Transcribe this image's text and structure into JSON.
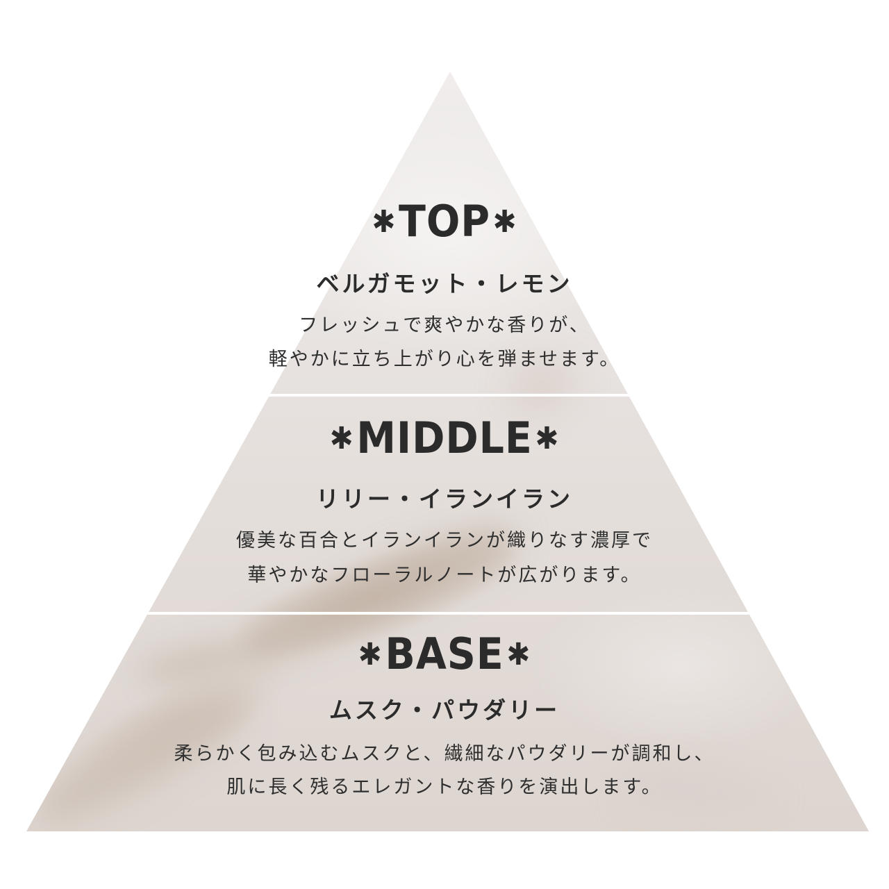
{
  "colors": {
    "page_background": "#ffffff",
    "pyramid_top_tone": "#f0eeed",
    "pyramid_mid_tone": "#e4dfdc",
    "pyramid_base_tone": "#d9d0ca",
    "shadow_tone": "#c9bdb3",
    "divider": "#ffffff",
    "text": "#2b2b2b"
  },
  "icons": {
    "star_glyph": "✱"
  },
  "pyramid": {
    "layers": [
      {
        "name": "TOP",
        "heading": "TOP",
        "notes": "ベルガモット・レモン",
        "description": [
          "フレッシュで爽やかな香りが、",
          "軽やかに立ち上がり心を弾ませます。"
        ]
      },
      {
        "name": "MIDDLE",
        "heading": "MIDDLE",
        "notes": "リリー・イランイラン",
        "description": [
          "優美な百合とイランイランが織りなす濃厚で",
          "華やかなフローラルノートが広がります。"
        ]
      },
      {
        "name": "BASE",
        "heading": "BASE",
        "notes": "ムスク・パウダリー",
        "description": [
          "柔らかく包み込むムスクと、繊細なパウダリーが調和し、",
          "肌に長く残るエレガントな香りを演出します。"
        ]
      }
    ]
  }
}
